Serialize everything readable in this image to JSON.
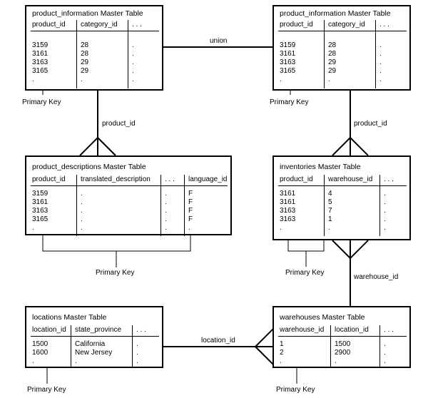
{
  "tables": {
    "pi_left": {
      "title": "product_information Master Table",
      "columns": [
        "product_id",
        "category_id",
        ". . ."
      ],
      "rows": [
        [
          "3159",
          "28",
          "."
        ],
        [
          "3161",
          "28",
          "."
        ],
        [
          "3163",
          "29",
          "."
        ],
        [
          "3165",
          "29",
          "."
        ],
        [
          ".",
          ".",
          "."
        ]
      ]
    },
    "pi_right": {
      "title": "product_information Master Table",
      "columns": [
        "product_id",
        "category_id",
        ". . ."
      ],
      "rows": [
        [
          "3159",
          "28",
          "."
        ],
        [
          "3161",
          "28",
          "."
        ],
        [
          "3163",
          "29",
          "."
        ],
        [
          "3165",
          "29",
          "."
        ],
        [
          ".",
          ".",
          "."
        ]
      ]
    },
    "pd": {
      "title": "product_descriptions Master Table",
      "columns": [
        "product_id",
        "translated_description",
        ". . .",
        "language_id"
      ],
      "rows": [
        [
          "3159",
          ".",
          ".",
          "F"
        ],
        [
          "3161",
          ".",
          ".",
          "F"
        ],
        [
          "3163",
          ".",
          ".",
          "F"
        ],
        [
          "3165",
          ".",
          ".",
          "F"
        ],
        [
          ".",
          ".",
          ".",
          "."
        ]
      ]
    },
    "inv": {
      "title": "inventories Master Table",
      "columns": [
        "product_id",
        "warehouse_id",
        ". . ."
      ],
      "rows": [
        [
          "3161",
          "4",
          "."
        ],
        [
          "3161",
          "5",
          "."
        ],
        [
          "3163",
          "7",
          "."
        ],
        [
          "3163",
          "1",
          "."
        ],
        [
          ".",
          ".",
          "."
        ]
      ]
    },
    "loc": {
      "title": "locations Master Table",
      "columns": [
        "location_id",
        "state_province",
        ". . ."
      ],
      "rows": [
        [
          "1500",
          "California",
          "."
        ],
        [
          "1600",
          "New Jersey",
          "."
        ],
        [
          ".",
          ".",
          "."
        ]
      ]
    },
    "wh": {
      "title": "warehouses Master Table",
      "columns": [
        "warehouse_id",
        "location_id",
        ". . ."
      ],
      "rows": [
        [
          "1",
          "1500",
          "."
        ],
        [
          "2",
          "2900",
          "."
        ],
        [
          ".",
          ".",
          "."
        ]
      ]
    }
  },
  "relationships": {
    "union": "union",
    "product_id_left": "product_id",
    "product_id_right": "product_id",
    "warehouse_id": "warehouse_id",
    "location_id": "location_id"
  },
  "primary_key_labels": {
    "pi_left": "Primary Key",
    "pi_right": "Primary Key",
    "pd": "Primary Key",
    "inv": "Primary Key",
    "loc": "Primary Key",
    "wh": "Primary Key"
  }
}
